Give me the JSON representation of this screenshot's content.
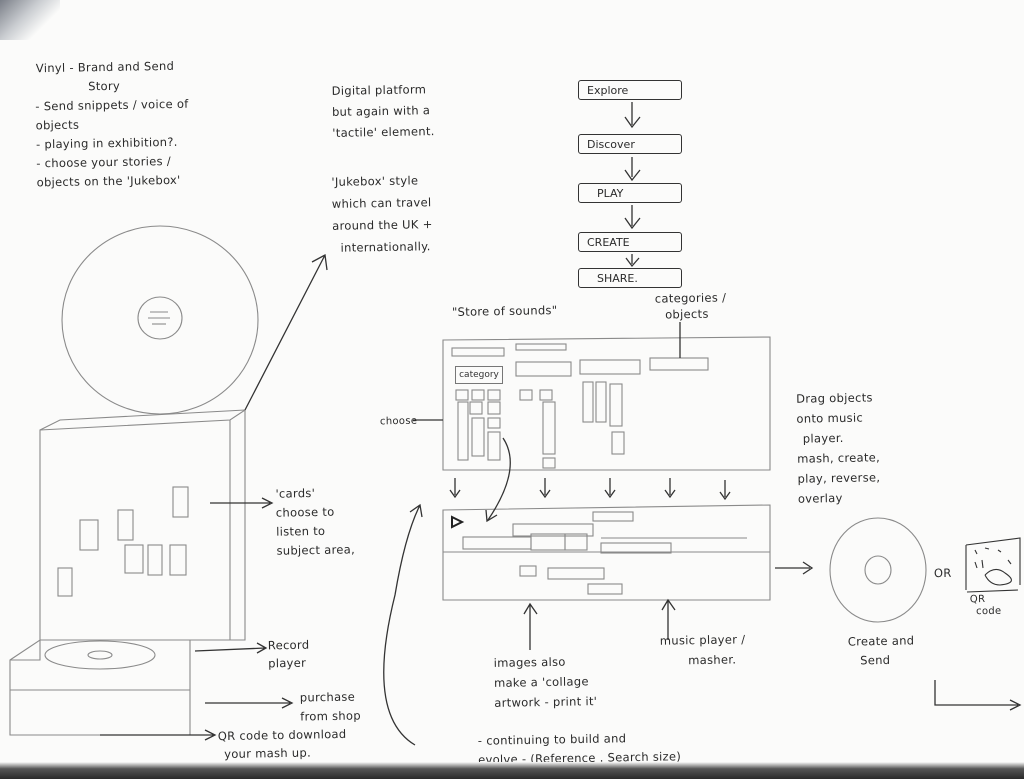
{
  "notes": {
    "vinyl_title": [
      "Vinyl - Brand and Send",
      "Story"
    ],
    "vinyl_points": [
      "- Send snippets / voice of",
      "  objects",
      "- playing in exhibition?.",
      "- choose your stories /",
      "  objects on the 'Jukebox'"
    ],
    "digital_platform": [
      "Digital platform",
      "but again with a",
      "'tactile' element."
    ],
    "jukebox_style": [
      "'Jukebox' style",
      "which can travel",
      "around the UK +",
      "internationally."
    ],
    "store_of_sounds": "\"Store of sounds\"",
    "categories": [
      "categories /",
      "objects"
    ],
    "choose": "choose",
    "category_box": "category",
    "drag_objects": [
      "Drag objects",
      "onto music",
      "player.",
      "mash, create,",
      "play, reverse,",
      "overlay"
    ],
    "or": "OR",
    "qr_code": [
      "QR",
      "code"
    ],
    "create_and_send": [
      "Create and",
      "Send"
    ],
    "cards": [
      "'cards'",
      "choose to",
      "listen to",
      "subject area,"
    ],
    "record_player": [
      "Record",
      "player"
    ],
    "purchase": [
      "purchase",
      "from shop"
    ],
    "qr_download": [
      "QR code to download",
      "your mash up."
    ],
    "images_also": [
      "images also",
      "make a 'collage",
      "artwork - print it'"
    ],
    "music_player": [
      "music player /",
      "masher."
    ],
    "continuing": [
      "- continuing to build and",
      "  evolve - (Reference . Search size)"
    ]
  },
  "flow": [
    "Explore",
    "Discover",
    "PLAY",
    "CREATE",
    "SHARE."
  ],
  "colors": {
    "ink": "#2b2b2b",
    "pencil": "#8a8a8a",
    "paper": "#fbfbfa"
  }
}
